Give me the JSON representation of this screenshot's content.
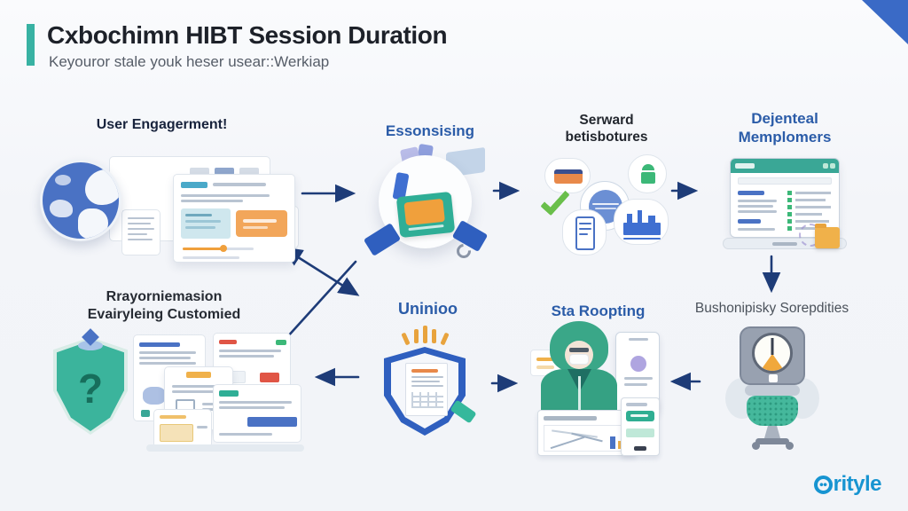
{
  "header": {
    "title": "Cxbochimn HIBT Session Duration",
    "subtitle": "Keyouror stale youk heser usear::Werkiap"
  },
  "nodes": [
    {
      "id": "user-engagement",
      "label": "User Engagerment!"
    },
    {
      "id": "essonsising",
      "label": "Essonsising"
    },
    {
      "id": "serward",
      "label": "Serward\nbetisbotures"
    },
    {
      "id": "dejenteal",
      "label": "Dejenteal\nMemplomers"
    },
    {
      "id": "rrayorniemasion",
      "label": "Rrayorniemasion\nEvairyleing Customied"
    },
    {
      "id": "uninioo",
      "label": "Uninioo"
    },
    {
      "id": "sta-roopting",
      "label": "Sta Roopting"
    },
    {
      "id": "bushonipisky",
      "label": "Bushonipisky Sorepdities"
    }
  ],
  "edges": [
    {
      "from": "user-engagement",
      "to": "essonsising",
      "direction": "right"
    },
    {
      "from": "essonsising",
      "to": "serward",
      "direction": "right"
    },
    {
      "from": "serward",
      "to": "dejenteal",
      "direction": "right"
    },
    {
      "from": "dejenteal",
      "to": "bushonipisky",
      "direction": "down"
    },
    {
      "from": "bushonipisky",
      "to": "sta-roopting",
      "direction": "left"
    },
    {
      "from": "uninioo",
      "to": "sta-roopting",
      "direction": "right"
    },
    {
      "from": "uninioo",
      "to": "rrayorniemasion",
      "direction": "left"
    },
    {
      "from": "uninioo",
      "to": "user-engagement",
      "direction": "cross-bidirectional"
    }
  ],
  "icons": {
    "user-engagement": "globe-dashboard-icon",
    "essonsising": "gear-machine-icon",
    "serward": "service-bubbles-icon",
    "dejenteal": "browser-checklist-icon",
    "rrayorniemasion": "question-shield-documents-icon",
    "uninioo": "shield-magnifier-icon",
    "sta-roopting": "person-devices-icon",
    "bushonipisky": "gauge-device-icon",
    "shield_question_glyph": "?"
  },
  "logo": {
    "text": "rityle"
  },
  "colors": {
    "accent_teal": "#38b2a3",
    "corner_blue": "#3a6ac6",
    "arrow_navy": "#1e3c78",
    "label_blue": "#2b5ca8",
    "label_dark": "#23272e",
    "logo_blue": "#1794d1",
    "check_green": "#6abf4b",
    "shield_teal": "#3bb49c",
    "orange": "#f0a03c"
  }
}
